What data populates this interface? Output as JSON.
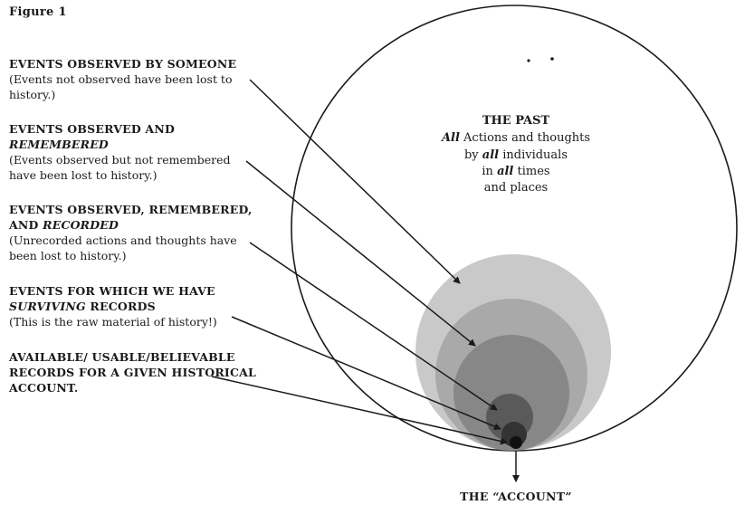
{
  "figure_label": "Figure 1",
  "labels": [
    {
      "heading_parts": [
        "EVENTS OBSERVED BY SOMEONE"
      ],
      "note": "(Events not observed have been lost to history.)"
    },
    {
      "heading_parts": [
        "EVENTS OBSERVED AND ",
        "REMEMBERED",
        ""
      ],
      "note": "(Events observed but not remembered have been lost to history.)"
    },
    {
      "heading_parts": [
        "EVENTS OBSERVED, REMEMBERED, AND ",
        "RECORDED",
        ""
      ],
      "note": "(Unrecorded actions and thoughts have been lost to history.)"
    },
    {
      "heading_parts": [
        "EVENTS FOR WHICH WE HAVE ",
        "SURVIVING",
        " RECORDS"
      ],
      "note": "(This is the raw material of history!)"
    },
    {
      "heading_parts": [
        "AVAILABLE/ USABLE/BELIEVABLE RECORDS FOR A GIVEN HISTORICAL ACCOUNT."
      ],
      "note": ""
    }
  ],
  "past": {
    "title": "THE PAST",
    "line1_em": "All",
    "line1_rest": " Actions and thoughts",
    "line2_pre": "by ",
    "line2_em": "all",
    "line2_rest": " individuals",
    "line3_pre": "in ",
    "line3_em": "all",
    "line3_rest": " times",
    "line4": "and places"
  },
  "account_label": "THE “ACCOUNT”",
  "colors": {
    "outer_circle_stroke": "#1a1a1a",
    "ring1": "#c9c9c9",
    "ring2": "#a9a9a9",
    "ring3": "#878787",
    "ring4": "#5a5a5a",
    "ring5": "#333333",
    "core": "#111111"
  }
}
